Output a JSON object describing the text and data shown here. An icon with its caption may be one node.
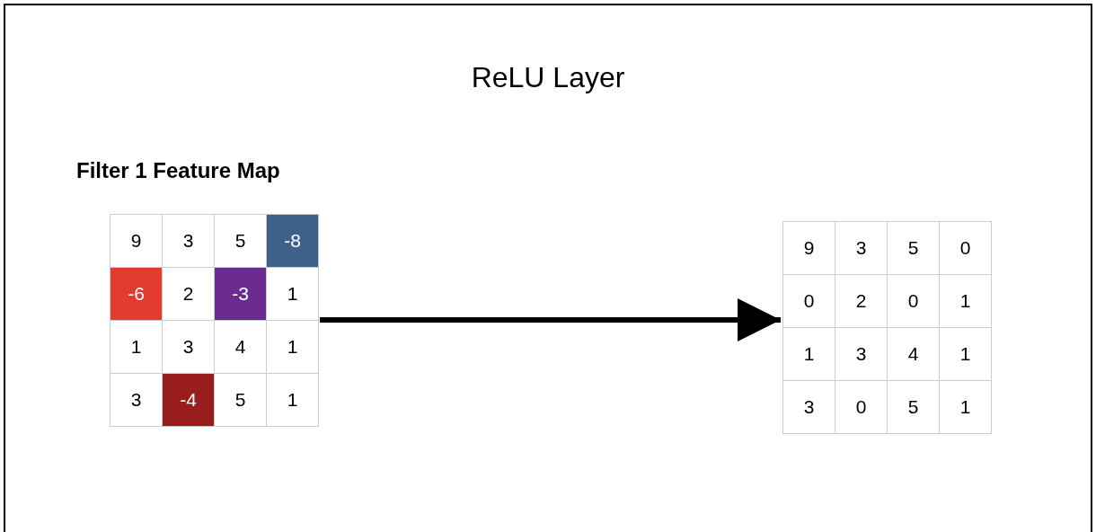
{
  "diagram": {
    "title": "ReLU Layer",
    "nodes": [
      {
        "text": [
          "Filter 1 Feature Map",
          "9",
          "3",
          "5",
          "-8",
          "-6",
          "2",
          "-3",
          "1",
          "1",
          "3",
          "4",
          "1",
          "3",
          "-4",
          "5",
          "1"
        ]
      },
      {
        "text": [
          "9",
          "3",
          "5",
          "0",
          "0",
          "2",
          "0",
          "1",
          "1",
          "3",
          "4",
          "1",
          "3",
          "0",
          "5",
          "1"
        ]
      }
    ],
    "edges": [
      {
        "from": 0,
        "to": 1,
        "arrow": "to"
      }
    ]
  }
}
